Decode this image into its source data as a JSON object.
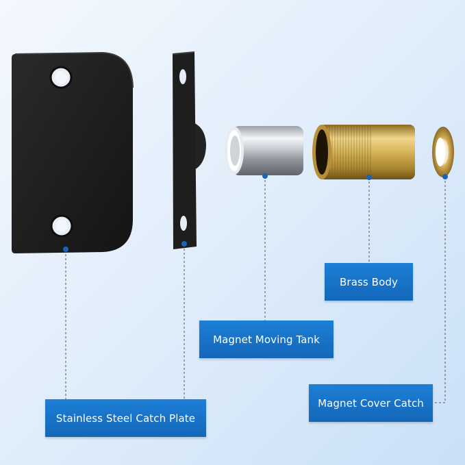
{
  "labels": {
    "catch_plate": "Stainless Steel Catch Plate",
    "moving_tank": "Magnet Moving Tank",
    "brass_body": "Brass Body",
    "cover_catch": "Magnet Cover Catch"
  },
  "colors": {
    "label_bg": "#1672c7",
    "label_text": "#ffffff",
    "plate": "#1c1c1c",
    "brass": "#c9a84c",
    "chrome": "#d8dce0",
    "marker_dot": "#1b63b5",
    "leader_line": "#555555"
  },
  "parts": [
    "catch-plate-icon",
    "strike-plate-icon",
    "magnet-tank-icon",
    "brass-body-icon",
    "cover-washer-icon"
  ]
}
